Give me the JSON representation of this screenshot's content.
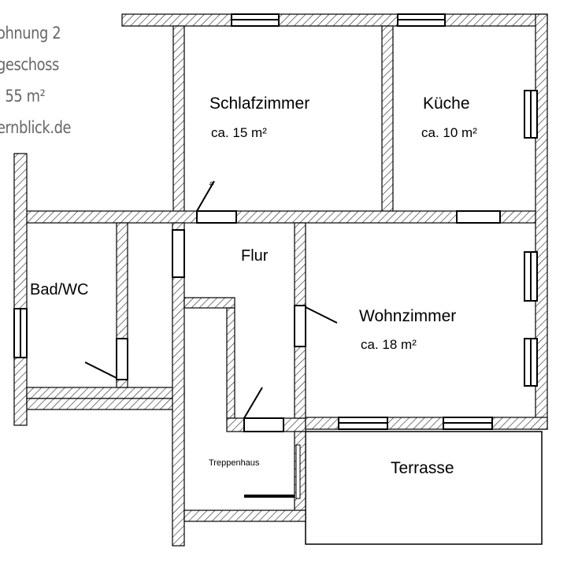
{
  "info": {
    "lines": [
      "ohnung 2",
      "geschoss",
      ". 55 m²",
      "ernblick.de"
    ]
  },
  "rooms": {
    "schlafzimmer": {
      "name": "Schlafzimmer",
      "area": "ca. 15 m²"
    },
    "kueche": {
      "name": "Küche",
      "area": "ca. 10 m²"
    },
    "flur": {
      "name": "Flur"
    },
    "bad": {
      "name": "Bad/WC"
    },
    "wohnzimmer": {
      "name": "Wohnzimmer",
      "area": "ca. 18 m²"
    },
    "treppenhaus": {
      "name": "Treppenhaus"
    },
    "terrasse": {
      "name": "Terrasse"
    }
  },
  "colors": {
    "wall_hatch": "#333333",
    "text_info": "#666666"
  }
}
